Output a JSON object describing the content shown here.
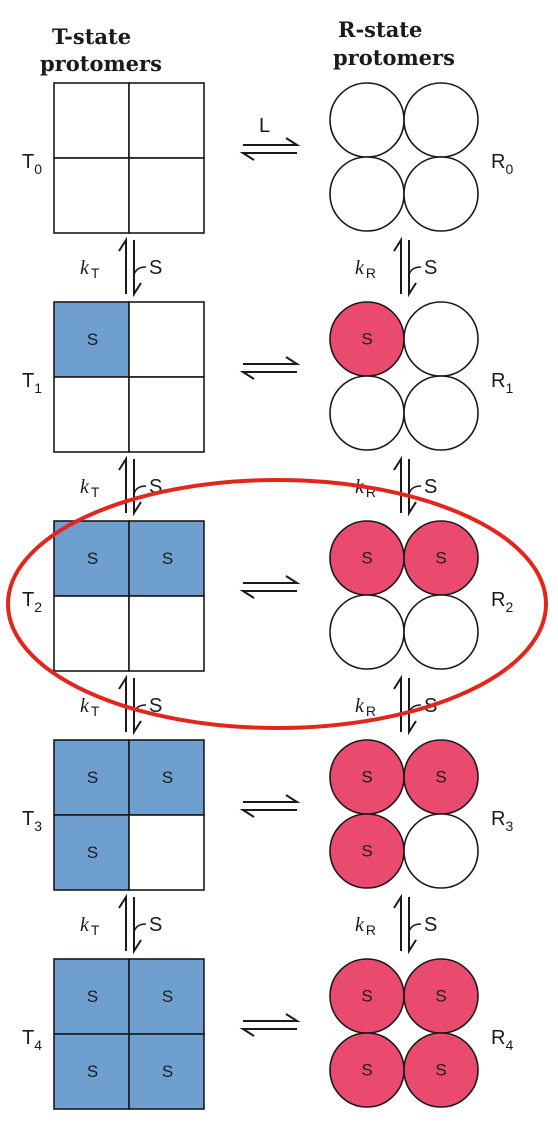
{
  "headers": {
    "t_state_line1": "T-state",
    "t_state_line2": "protomers",
    "r_state_line1": "R-state",
    "r_state_line2": "protomers"
  },
  "ligand_label": "L",
  "substrate_label": "S",
  "k_symbol": "k",
  "k_t_subscript": "T",
  "k_r_subscript": "R",
  "t_state_prefix": "T",
  "r_state_prefix": "R",
  "states": [
    {
      "index": "0",
      "bound": 0
    },
    {
      "index": "1",
      "bound": 1
    },
    {
      "index": "2",
      "bound": 2
    },
    {
      "index": "3",
      "bound": 3
    },
    {
      "index": "4",
      "bound": 4
    }
  ],
  "colors": {
    "t_bound_fill": "#6f9fcf",
    "r_bound_fill": "#ea4a6e",
    "outline": "#1a1a1a",
    "highlight_ellipse": "#e3261b"
  },
  "highlighted_state": "2"
}
